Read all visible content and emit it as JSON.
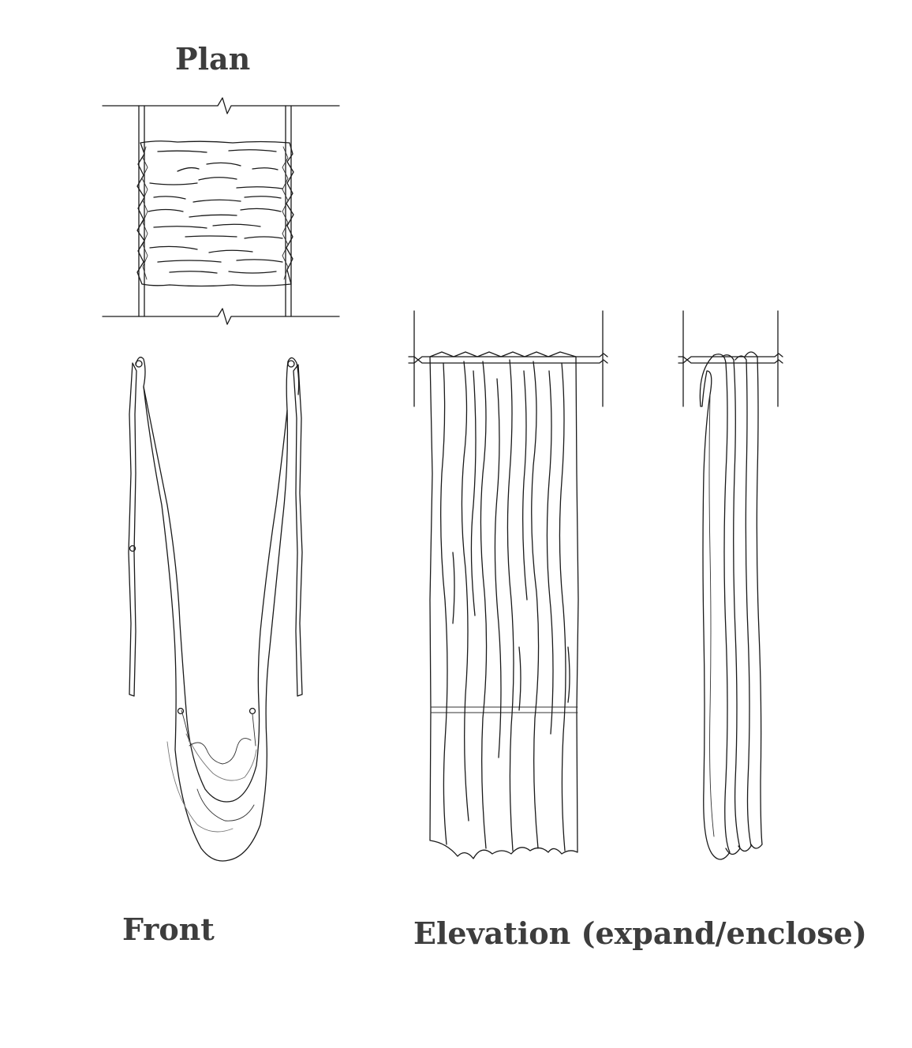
{
  "labels": {
    "plan": "Plan",
    "front": "Front",
    "elevation": "Elevation (expand/enclose)"
  },
  "colors": {
    "line": "#1a1a1a",
    "text": "#3d3d3d",
    "background": "#ffffff"
  }
}
